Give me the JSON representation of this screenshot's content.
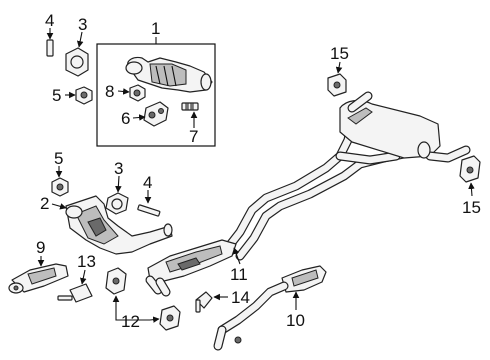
{
  "callouts": {
    "c1": "1",
    "c2": "2",
    "c3a": "3",
    "c3b": "3",
    "c4a": "4",
    "c4b": "4",
    "c5a": "5",
    "c5b": "5",
    "c6": "6",
    "c7": "7",
    "c8": "8",
    "c9": "9",
    "c10": "10",
    "c11": "11",
    "c12": "12",
    "c13": "13",
    "c14": "14",
    "c15a": "15",
    "c15b": "15"
  },
  "colors": {
    "line": "#111111",
    "part_fill": "#f4f4f4",
    "shade": "#6a6a6a"
  }
}
